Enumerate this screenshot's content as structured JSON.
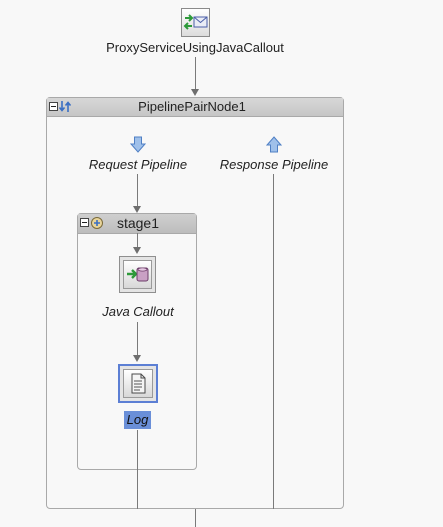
{
  "proxy_service": {
    "label": "ProxyServiceUsingJavaCallout",
    "icon": "envelope-arrows-icon"
  },
  "pipeline_pair": {
    "label": "PipelinePairNode1",
    "icon": "pipeline-pair-icon"
  },
  "request_pipeline": {
    "label": "Request Pipeline",
    "icon": "down-arrow-icon"
  },
  "response_pipeline": {
    "label": "Response Pipeline",
    "icon": "up-arrow-icon"
  },
  "stage": {
    "label": "stage1",
    "icon": "stage-icon"
  },
  "java_callout": {
    "label": "Java Callout",
    "icon": "java-callout-icon"
  },
  "log": {
    "label": "Log",
    "icon": "log-document-icon",
    "selected": true
  },
  "colors": {
    "selection": "#6a8fd8",
    "arrow_blue": "#5b8fd0",
    "header_gray": "#c8c8c8"
  }
}
